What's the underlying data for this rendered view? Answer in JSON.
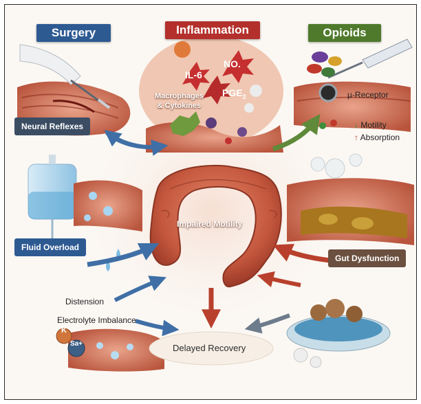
{
  "banners": {
    "surgery": "Surgery",
    "inflammation": "Inflammation",
    "opioids": "Opioids"
  },
  "labels": {
    "macrophages_line1": "Macrophages",
    "macrophages_line2": "& Cytokines",
    "no": "NO.",
    "il6": "IL-6",
    "pge2": "PGE",
    "pge2_sub": "2",
    "mu_receptor": "µ-Receptor",
    "motility": "Motility",
    "absorption": "Absorption",
    "neural_reflexes": "Neural Reflexes",
    "impaired_motility": "Impaired Motility",
    "fluid_overload": "Fluid Overload",
    "gut_dysfunction": "Gut Dysfunction",
    "distension": "Distension",
    "electrolyte_imbalance": "Electrolyte Imbalance",
    "delayed_recovery": "Delayed Recovery",
    "k": "K",
    "na": "Sa+"
  },
  "colors": {
    "surgery_banner": "#2e5a92",
    "inflammation_banner": "#b3302c",
    "opioids_banner": "#4f7a2c",
    "motility_arrow": "#3f8f3a",
    "absorption_arrow": "#c0392b",
    "blue_arrow": "#3f6fa6",
    "red_arrow": "#b8402c",
    "green_arrow": "#5e8a3a"
  },
  "icons": {
    "motility_direction": "down-arrow",
    "absorption_direction": "up-arrow"
  }
}
